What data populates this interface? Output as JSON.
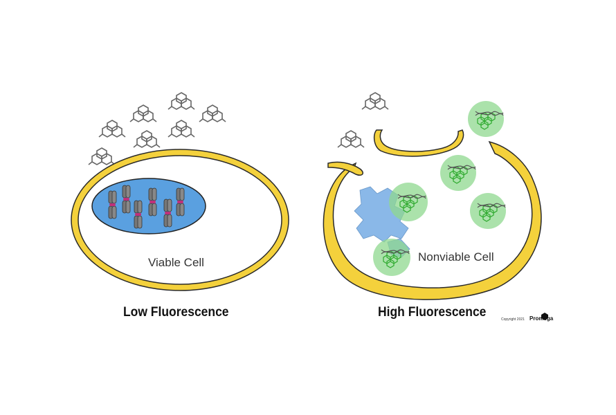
{
  "colors": {
    "membrane": "#f4d13c",
    "membrane_outline": "#2a2a2a",
    "nucleus": "#5aa0e0",
    "nucleus_outline": "#222222",
    "chromosome": "#777777",
    "centromere": "#c0307a",
    "dye": "#666666",
    "fluorescent_dye": "#3fbf3f",
    "fluorescent_glow": "#8fd88f",
    "fragments": "#8ab8e8"
  },
  "left_cell": {
    "label": "Viable Cell",
    "caption": "Low Fluorescence",
    "icon": "viable-cell-icon"
  },
  "right_cell": {
    "label": "Nonviable Cell",
    "caption": "High Fluorescence",
    "icon": "nonviable-cell-icon"
  },
  "footer": {
    "copyright": "Copyright 2021",
    "brand": "Promega",
    "brand_icon": "promega-logo-icon"
  }
}
